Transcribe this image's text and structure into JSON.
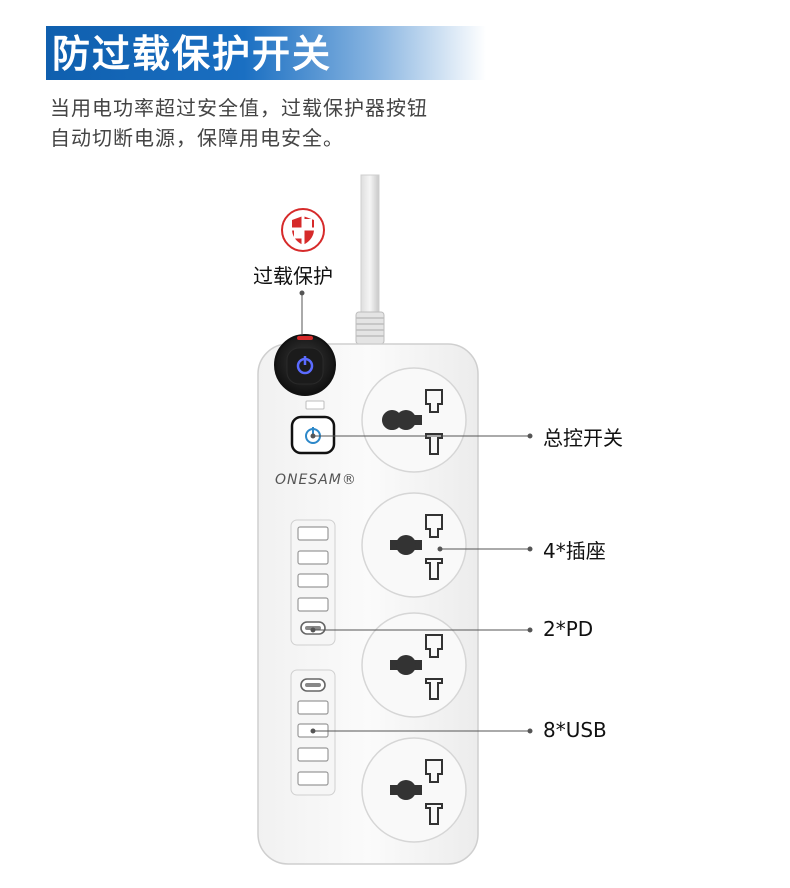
{
  "header": {
    "title": "防过载保护开关",
    "desc_line1": "当用电功率超过安全值，过载保护器按钮",
    "desc_line2": "自动切断电源，保障用电安全。"
  },
  "brand": {
    "logo_text": "ONESAM®"
  },
  "callouts": {
    "overload": "过载保护",
    "master_switch": "总控开关",
    "sockets": "4*插座",
    "pd": "2*PD",
    "usb": "8*USB"
  },
  "colors": {
    "title_bg": "#1565b5",
    "overload_red": "#d62a2a",
    "power_blue": "#3b5cff",
    "body": "#f7f7f7",
    "outline": "#c9c9c9"
  },
  "icons": {
    "shield": "shield-icon",
    "power": "power-icon"
  }
}
